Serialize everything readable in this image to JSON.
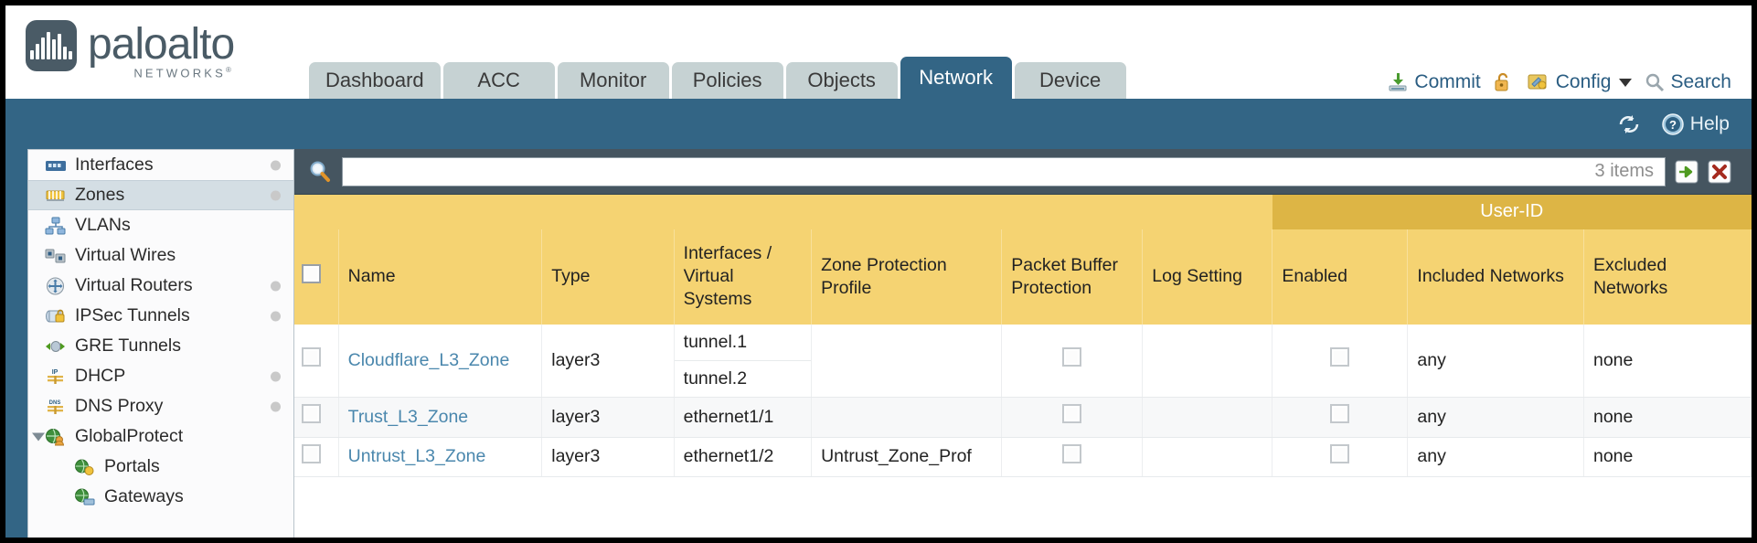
{
  "brand": {
    "name": "paloalto",
    "tagline": "NETWORKS",
    "reg": "®"
  },
  "nav_tabs": [
    {
      "label": "Dashboard",
      "active": false
    },
    {
      "label": "ACC",
      "active": false
    },
    {
      "label": "Monitor",
      "active": false
    },
    {
      "label": "Policies",
      "active": false
    },
    {
      "label": "Objects",
      "active": false
    },
    {
      "label": "Network",
      "active": true
    },
    {
      "label": "Device",
      "active": false
    }
  ],
  "toolbar": {
    "commit_label": "Commit",
    "config_label": "Config",
    "search_label": "Search",
    "lock_icon": "unlocked-padlock-icon",
    "commit_icon": "commit-save-icon",
    "config_icon": "config-wrench-icon",
    "search_icon": "magnifier-icon"
  },
  "band": {
    "refresh_icon": "refresh-icon",
    "help_label": "Help",
    "help_icon": "question-circle-icon"
  },
  "sidebar": {
    "items": [
      {
        "label": "Interfaces",
        "icon": "interfaces-icon",
        "selected": false,
        "dot": true,
        "child": false,
        "expander": false
      },
      {
        "label": "Zones",
        "icon": "zones-icon",
        "selected": true,
        "dot": true,
        "child": false,
        "expander": false
      },
      {
        "label": "VLANs",
        "icon": "vlans-icon",
        "selected": false,
        "dot": false,
        "child": false,
        "expander": false
      },
      {
        "label": "Virtual Wires",
        "icon": "virtual-wires-icon",
        "selected": false,
        "dot": false,
        "child": false,
        "expander": false
      },
      {
        "label": "Virtual Routers",
        "icon": "virtual-routers-icon",
        "selected": false,
        "dot": true,
        "child": false,
        "expander": false
      },
      {
        "label": "IPSec Tunnels",
        "icon": "ipsec-tunnels-icon",
        "selected": false,
        "dot": true,
        "child": false,
        "expander": false
      },
      {
        "label": "GRE Tunnels",
        "icon": "gre-tunnels-icon",
        "selected": false,
        "dot": false,
        "child": false,
        "expander": false
      },
      {
        "label": "DHCP",
        "icon": "dhcp-icon",
        "selected": false,
        "dot": true,
        "child": false,
        "expander": false
      },
      {
        "label": "DNS Proxy",
        "icon": "dns-proxy-icon",
        "selected": false,
        "dot": true,
        "child": false,
        "expander": false
      },
      {
        "label": "GlobalProtect",
        "icon": "globalprotect-icon",
        "selected": false,
        "dot": false,
        "child": false,
        "expander": true
      },
      {
        "label": "Portals",
        "icon": "portals-icon",
        "selected": false,
        "dot": false,
        "child": true,
        "expander": false
      },
      {
        "label": "Gateways",
        "icon": "gateways-icon",
        "selected": false,
        "dot": false,
        "child": true,
        "expander": false
      }
    ]
  },
  "search": {
    "value": "",
    "placeholder": "",
    "items_count": "3 items",
    "apply_icon": "green-arrow-apply-icon",
    "clear_icon": "red-x-clear-icon",
    "magnifier_icon": "search-magnifier-icon"
  },
  "table": {
    "group_header": "User-ID",
    "columns": [
      "Name",
      "Type",
      "Interfaces / Virtual Systems",
      "Zone Protection Profile",
      "Packet Buffer Protection",
      "Log Setting",
      "Enabled",
      "Included Networks",
      "Excluded Networks"
    ],
    "rows": [
      {
        "name": "Cloudflare_L3_Zone",
        "type": "layer3",
        "interfaces": [
          "tunnel.1",
          "tunnel.2"
        ],
        "zone_protection_profile": "",
        "packet_buffer_protection": false,
        "log_setting": "",
        "userid_enabled": false,
        "included_networks": "any",
        "excluded_networks": "none"
      },
      {
        "name": "Trust_L3_Zone",
        "type": "layer3",
        "interfaces": [
          "ethernet1/1"
        ],
        "zone_protection_profile": "",
        "packet_buffer_protection": false,
        "log_setting": "",
        "userid_enabled": false,
        "included_networks": "any",
        "excluded_networks": "none"
      },
      {
        "name": "Untrust_L3_Zone",
        "type": "layer3",
        "interfaces": [
          "ethernet1/2"
        ],
        "zone_protection_profile": "Untrust_Zone_Prof",
        "packet_buffer_protection": false,
        "log_setting": "",
        "userid_enabled": false,
        "included_networks": "any",
        "excluded_networks": "none"
      }
    ]
  },
  "colors": {
    "brand_blue": "#336585",
    "band_dark": "#455560",
    "header_yellow": "#F5D372",
    "userid_gold": "#DDB545",
    "tab_inactive": "#C6D2D3",
    "link_blue": "#4A87AD",
    "sidebar_selected": "#D4DEE4"
  }
}
